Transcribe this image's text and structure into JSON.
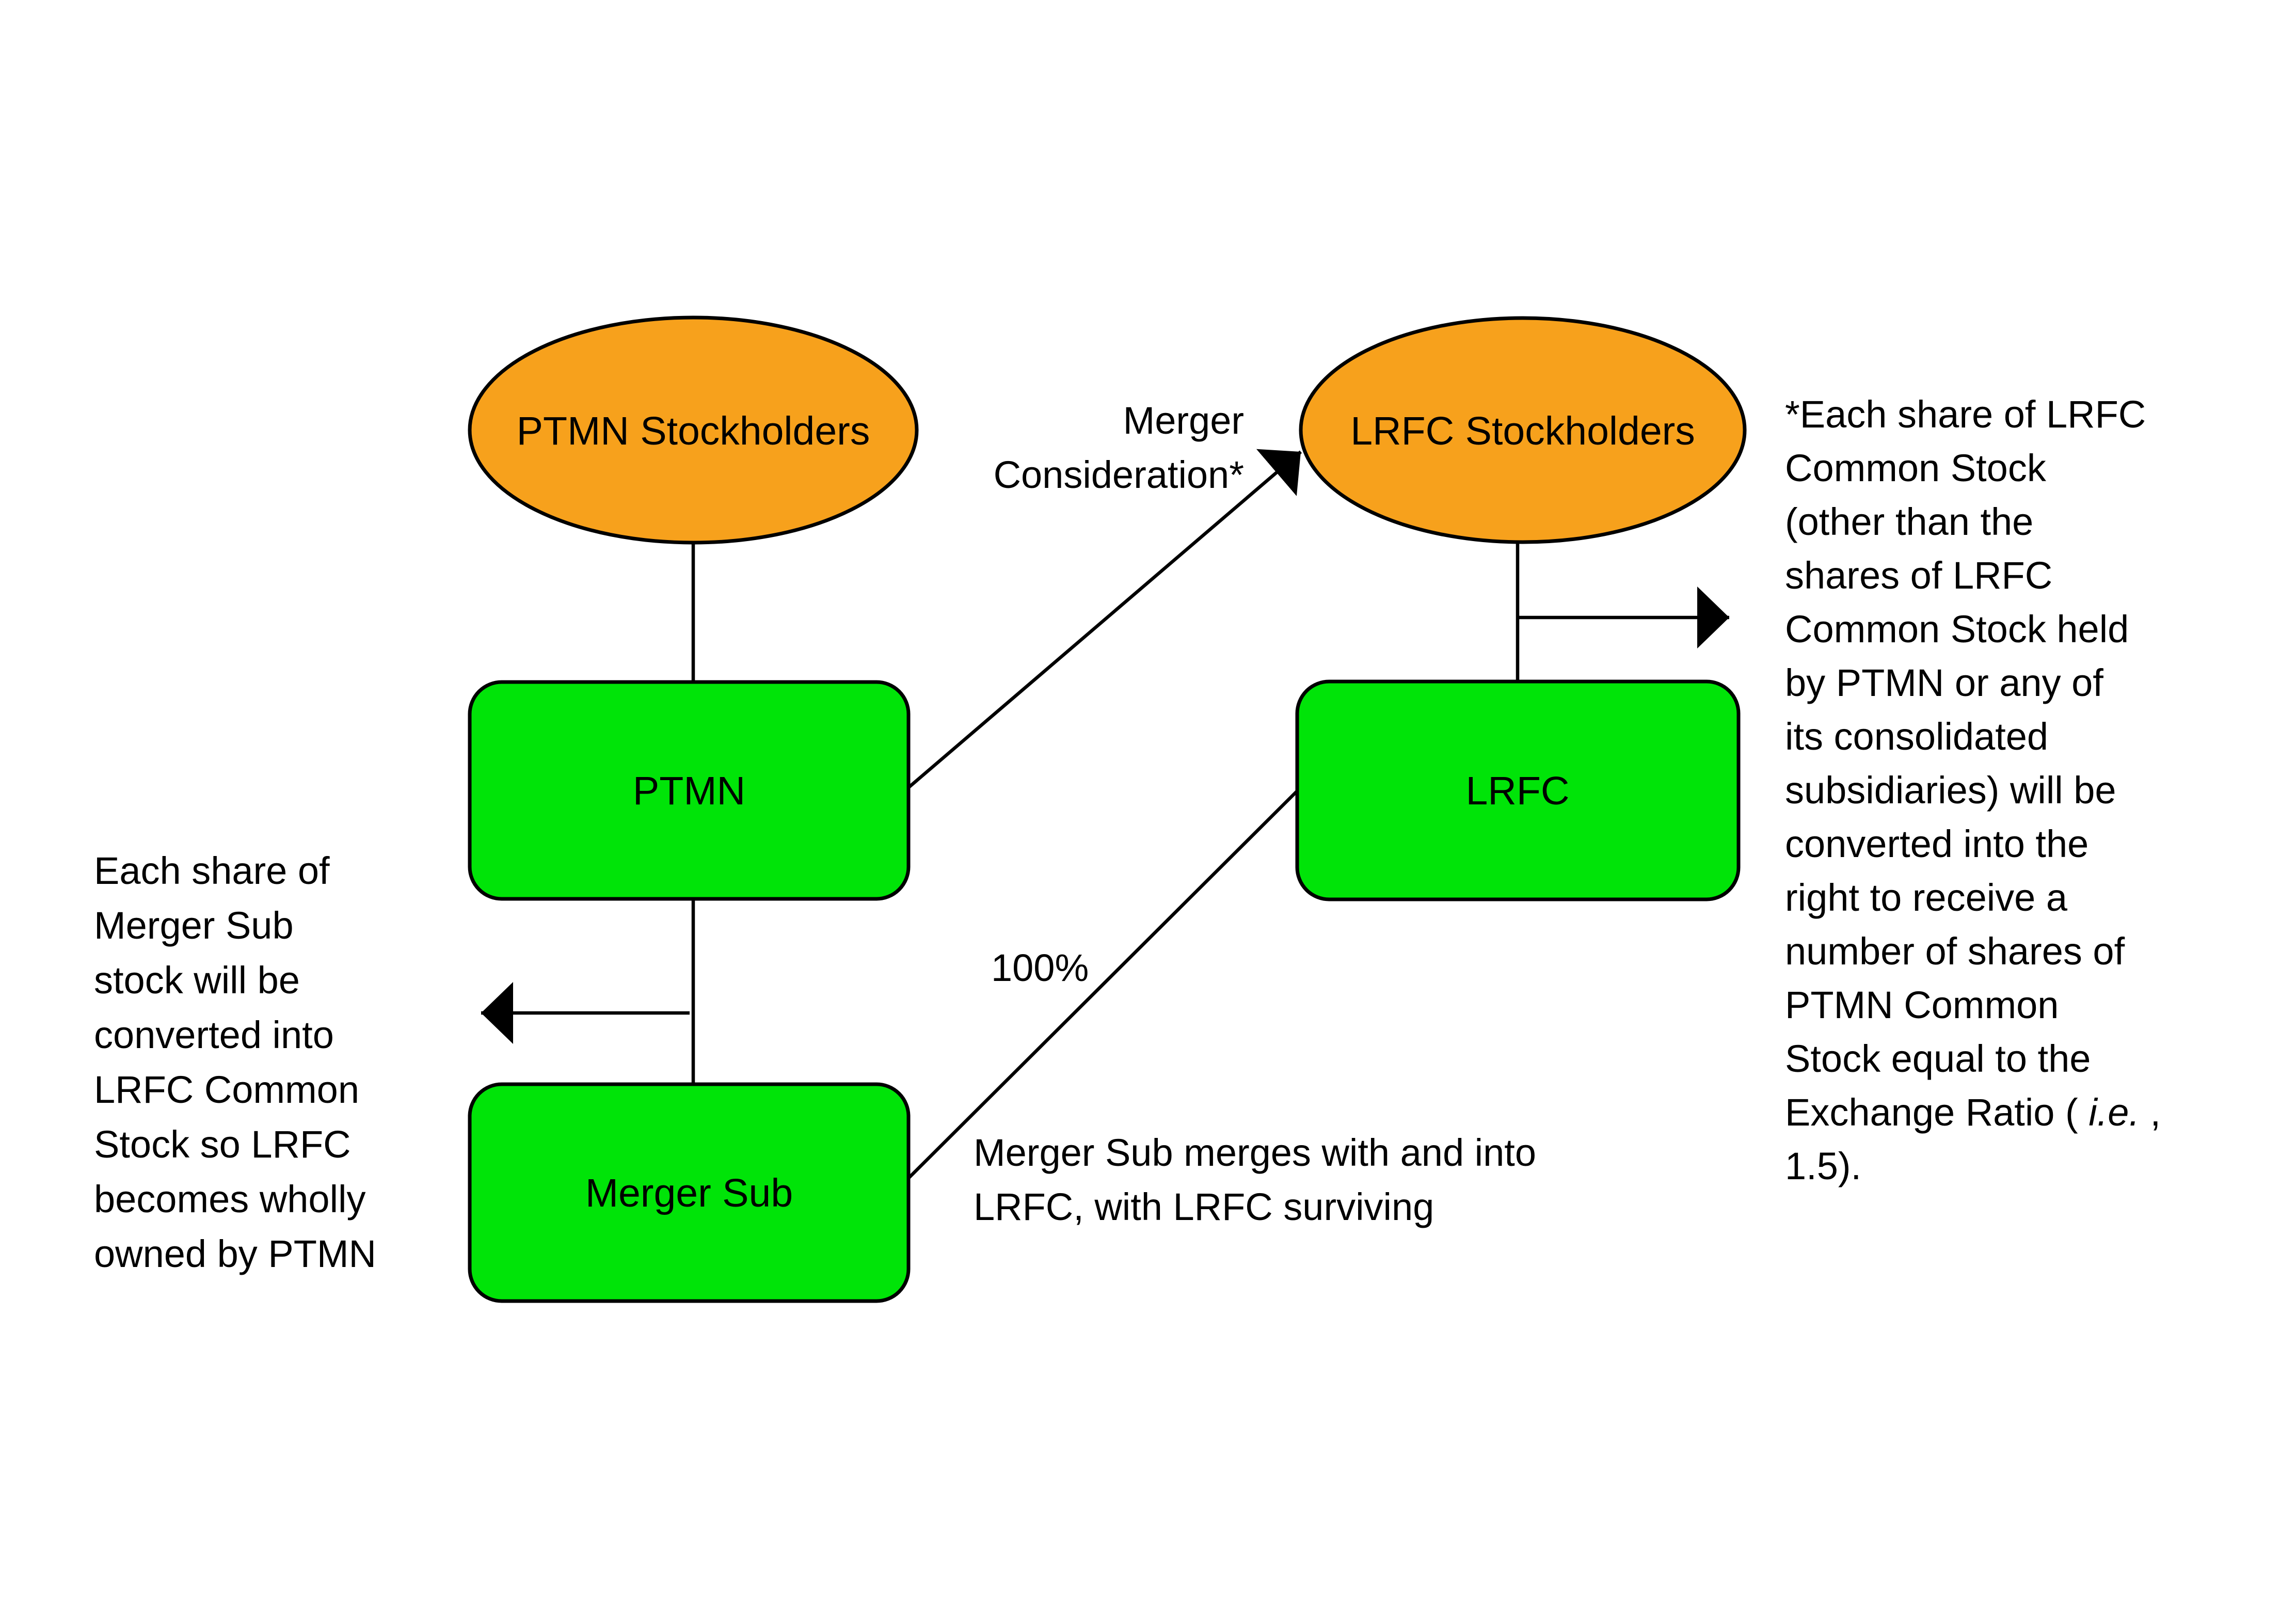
{
  "diagram": {
    "colors": {
      "stockholder_fill": "#F7A11C",
      "company_fill": "#00E408",
      "stroke": "#000000",
      "background": "#FFFFFF"
    },
    "nodes": {
      "ptmn_stockholders": {
        "label": "PTMN Stockholders"
      },
      "lrfc_stockholders": {
        "label": "LRFC Stockholders"
      },
      "ptmn": {
        "label": "PTMN"
      },
      "lrfc": {
        "label": "LRFC"
      },
      "merger_sub": {
        "label": "Merger Sub"
      }
    },
    "labels": {
      "merger_consideration": {
        "line1": "Merger",
        "line2": "Consideration*"
      },
      "ownership_percent": "100%"
    },
    "notes": {
      "left": {
        "lines": [
          "Each share of",
          "Merger Sub",
          "stock will be",
          "converted into",
          "LRFC Common",
          "Stock so LRFC",
          "becomes wholly",
          "owned by PTMN"
        ]
      },
      "bottom": {
        "lines": [
          "Merger Sub merges with and into",
          "LRFC, with LRFC surviving"
        ]
      },
      "right": {
        "lines": [
          "*Each share of LRFC",
          "Common Stock",
          "(other than the",
          "shares of LRFC",
          "Common Stock held",
          "by PTMN or any of",
          "its consolidated",
          "subsidiaries) will be",
          "converted into the",
          "right to receive a",
          "number of shares of",
          "PTMN Common",
          "Stock equal to the"
        ],
        "exchange_line": {
          "pre": "Exchange Ratio (",
          "italic": "i.e.",
          "post": ","
        },
        "last_line": "1.5)."
      }
    }
  }
}
